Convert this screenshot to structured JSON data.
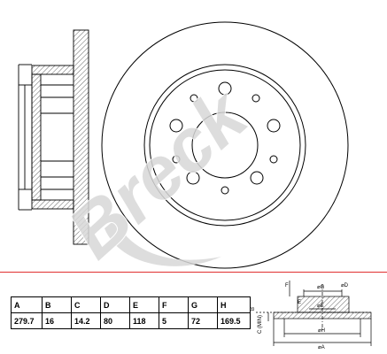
{
  "brand": {
    "name": "Breck",
    "watermark_color": "#d8d8d8"
  },
  "colors": {
    "line": "#000000",
    "separator": "#e03030",
    "hatch": "#000000"
  },
  "table": {
    "headers": [
      "A",
      "B",
      "C",
      "D",
      "E",
      "F",
      "G",
      "H"
    ],
    "values": [
      "279.7",
      "16",
      "14.2",
      "80",
      "118",
      "5",
      "72",
      "169.5"
    ]
  },
  "thumb_labels": {
    "phi_g": "⌀G",
    "phi_d": "⌀D",
    "phi_e": "⌀E",
    "phi_h": "⌀H",
    "phi_a": "⌀A",
    "f": "F",
    "b": "B",
    "c_min": "C (MIN)",
    "e_small": "E"
  }
}
